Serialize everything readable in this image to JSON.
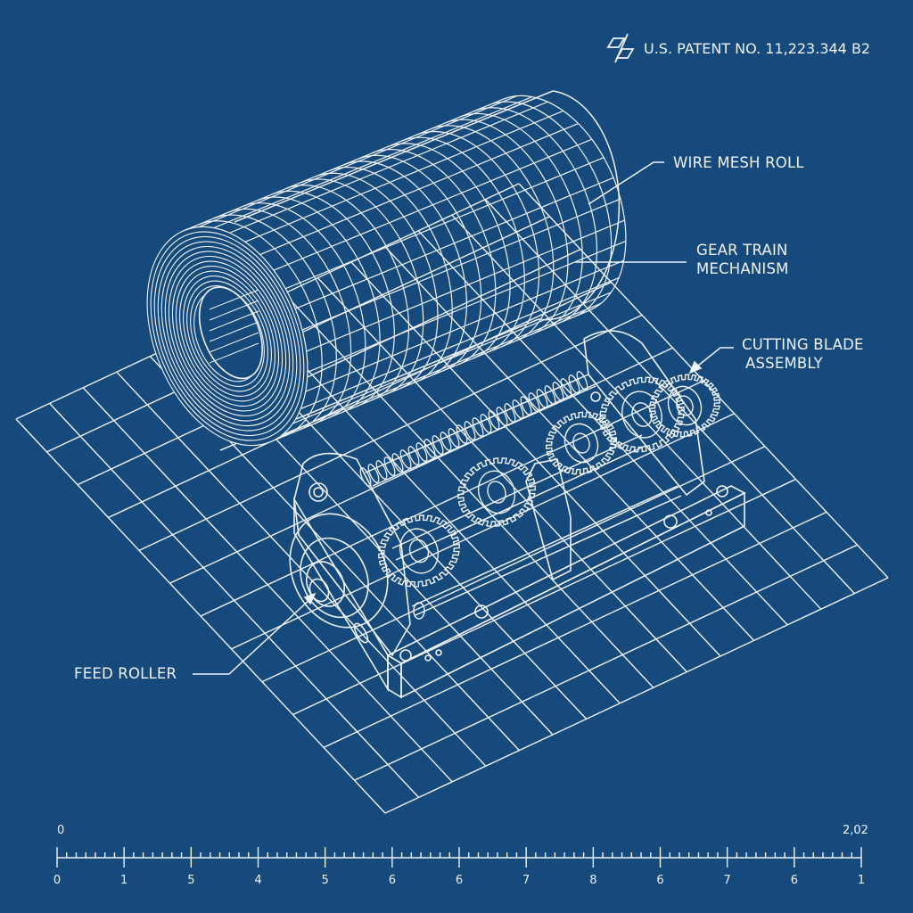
{
  "header": {
    "patent_icon": "patent-office-logo-icon",
    "patent_number": "U.S. PATENT NO. 11,223.344 B2"
  },
  "drawing": {
    "background_color": "#174a7c",
    "line_color": "#eef3f8",
    "subject": "wire mesh roll on gear-driven cutting machine, isometric blueprint"
  },
  "callouts": [
    {
      "id": "wire-mesh-roll",
      "lines": [
        "WIRE MESH ROLL"
      ]
    },
    {
      "id": "gear-train",
      "lines": [
        "GEAR TRAIN",
        "MECHANISM"
      ]
    },
    {
      "id": "cutting-blade",
      "lines": [
        "CUTTING BLADE",
        "ASSEMBLY"
      ]
    },
    {
      "id": "feed-roller",
      "lines": [
        "FEED ROLLER"
      ]
    }
  ],
  "scale_bar": {
    "start_label": "0",
    "end_label": "2,02",
    "tick_labels": [
      "0",
      "1",
      "5",
      "4",
      "5",
      "6",
      "6",
      "7",
      "8",
      "6",
      "7",
      "6",
      "1"
    ],
    "minor_ticks_per_segment": 6
  }
}
